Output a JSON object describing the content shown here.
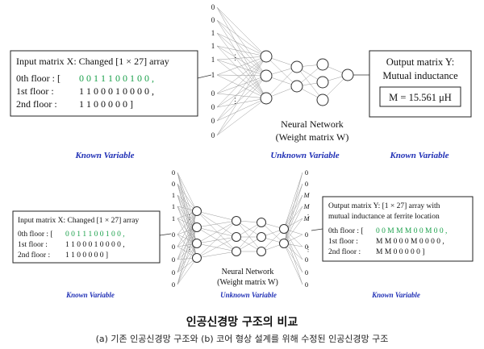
{
  "top": {
    "input_title": "Input matrix X: Changed [1 × 27] array",
    "rows": [
      {
        "label": "0th  floor : [",
        "values": "0 0 1 1 1   0 0 1 0 0 ,"
      },
      {
        "label": "1st  floor :",
        "values": "1 1 0 0 0   1 0 0 0 0 ,"
      },
      {
        "label": "2nd floor :",
        "values": "1 1 0 0 0 0 0 ]"
      }
    ],
    "input_col": [
      "0",
      "0",
      "1",
      "1",
      "1",
      "1",
      "0",
      "0",
      "0",
      "0"
    ],
    "nn_label1": "Neural Network",
    "nn_label2": "(Weight matrix W)",
    "output_title1": "Output matrix Y:",
    "output_title2": "Mutual inductance",
    "output_value": "M = 15.561 μH",
    "known_left": "Known Variable",
    "unknown": "Unknown Variable",
    "known_right": "Known Variable"
  },
  "bottom": {
    "input_title": "Input matrix X: Changed [1 × 27] array",
    "rows": [
      {
        "label": "0th  floor : [",
        "values": "0 0 1 1 1 0 0 1 0 0 ,"
      },
      {
        "label": "1st  floor :",
        "values": "1 1 0 0 0 1 0 0 0 0 ,"
      },
      {
        "label": "2nd floor :",
        "values": "1 1 0 0 0 0 0 ]"
      }
    ],
    "input_col": [
      "0",
      "0",
      "1",
      "1",
      "1",
      "0",
      "0",
      "0",
      "0",
      "0"
    ],
    "output_col": [
      "0",
      "0",
      "M",
      "M",
      "M",
      "0",
      "0",
      "0",
      "0",
      "0"
    ],
    "nn_label1": "Neural Network",
    "nn_label2": "(Weight matrix W)",
    "output_title1": "Output matrix Y: [1 × 27] array with",
    "output_title2": "mutual inductance at ferrite location",
    "out_rows": [
      {
        "label": "0th  floor : [",
        "values": "0 0 M M M 0 0 M 0 0 ,"
      },
      {
        "label": "1st  floor :",
        "values": "M M 0 0 0 M 0 0 0 0 ,"
      },
      {
        "label": "2nd floor :",
        "values": "M M 0 0 0 0 0 ]"
      }
    ],
    "known_left": "Known Variable",
    "unknown": "Unknown Variable",
    "known_right": "Known Variable"
  },
  "caption": {
    "title": "인공신경망 구조의 비교",
    "subtitle": "(a) 기존 인공신경망 구조와 (b) 코어 형상 설계를 위해 수정된 인공신경망 구조"
  },
  "colors": {
    "green": "#1aa04a",
    "blue": "#1f2fb5",
    "node_stroke": "#333333"
  }
}
